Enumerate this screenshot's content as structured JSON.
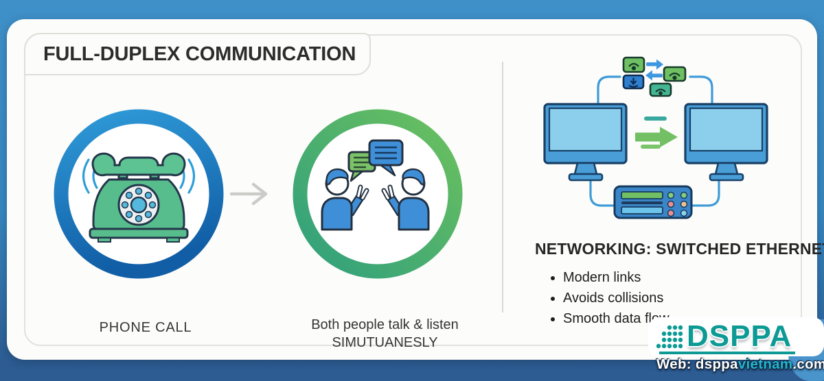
{
  "title": "FULL-DUPLEX COMMUNICATION",
  "left_section": {
    "phone_caption": "PHONE CALL",
    "people_caption_line1": "Both people talk & listen",
    "people_caption_line2": "SIMUTUANESLY"
  },
  "right_section": {
    "heading": "NETWORKING: SWITCHED ETHERNET",
    "bullets": [
      "Modern links",
      "Avoids collisions",
      "Smooth data flow"
    ]
  },
  "branding": {
    "logo_text": "DSPPA",
    "web_prefix": "Web: dsppa",
    "web_highlight": "vietnam",
    "web_suffix": ".com"
  },
  "icons": {
    "phone": "rotary-phone-icon",
    "people": "two-people-talking-icon",
    "arrow": "gray-right-arrow-icon",
    "network": "switched-ethernet-diagram",
    "logo_mark": "dsppa-dot-matrix-icon"
  },
  "colors": {
    "background_top": "#3F90C8",
    "background_bottom": "#2D5C92",
    "blue_ring_start": "#2F9AD8",
    "blue_ring_end": "#115EA6",
    "green_ring_start": "#6CC15E",
    "green_ring_end": "#2F9F7D",
    "phone_green": "#58BD8D",
    "person_blue": "#3F8FD8",
    "monitor_blue": "#4A9ED8",
    "arrow_green": "#72C063",
    "logo_teal": "#0D9A94",
    "web_highlight": "#22B7D0"
  }
}
